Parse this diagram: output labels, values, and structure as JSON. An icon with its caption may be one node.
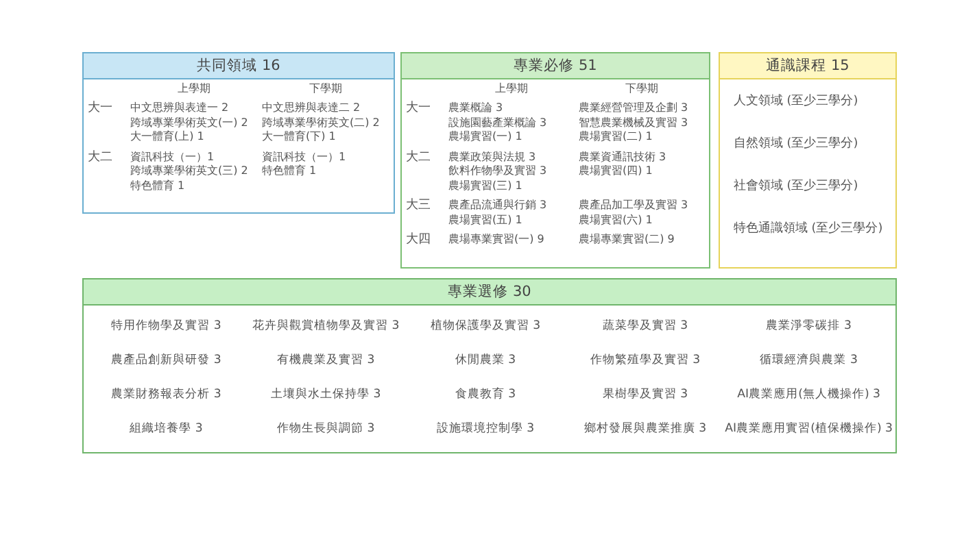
{
  "diagram": {
    "nodes": [
      {
        "text": [
          "共同領域 16",
          "上學期",
          "下學期",
          "大一",
          "中文思辨與表達一 2",
          "跨域專業學術英文(一) 2",
          "大一體育(上) 1",
          "中文思辨與表達二 2",
          "跨域專業學術英文(二) 2",
          "大一體育(下) 1",
          "大二",
          "資訊科技（一）1",
          "跨域專業學術英文(三) 2",
          "特色體育 1",
          "資訊科技（一）1",
          "特色體育 1"
        ]
      },
      {
        "text": [
          "專業必修 51",
          "上學期",
          "下學期",
          "大一",
          "農業概論 3",
          "設施園藝產業概論 3",
          "農場實習(一) 1",
          "農業經營管理及企劃 3",
          "智慧農業機械及實習 3",
          "農場實習(二) 1",
          "大二",
          "農業政策與法規 3",
          "飲料作物學及實習 3",
          "農場實習(三) 1",
          "農業資通訊技術 3",
          "農場實習(四) 1",
          "大三",
          "農產品流通與行銷 3",
          "農場實習(五) 1",
          "農產品加工學及實習 3",
          "農場實習(六) 1",
          "大四",
          "農場專業實習(一) 9",
          "農場專業實習(二) 9"
        ]
      },
      {
        "text": [
          "通識課程 15",
          "人文領域 (至少三學分)",
          "自然領域 (至少三學分)",
          "社會領域 (至少三學分)",
          "特色通識領域 (至少三學分)"
        ]
      },
      {
        "text": [
          "專業選修 30",
          "特用作物學及實習 3",
          "花卉與觀賞植物學及實習 3",
          "植物保護學及實習 3",
          "蔬菜學及實習 3",
          "農業淨零碳排 3",
          "農產品創新與研發 3",
          "有機農業及實習 3",
          "休閒農業 3",
          "作物繁殖學及實習 3",
          "循環經濟與農業 3",
          "農業財務報表分析 3",
          "土壤與水土保持學 3",
          "食農教育 3",
          "果樹學及實習 3",
          "AI農業應用(無人機操作) 3",
          "組織培養學 3",
          "作物生長與調節 3",
          "設施環境控制學 3",
          "鄉村發展與農業推廣 3",
          "AI農業應用實習(植保機操作) 3"
        ]
      }
    ]
  }
}
